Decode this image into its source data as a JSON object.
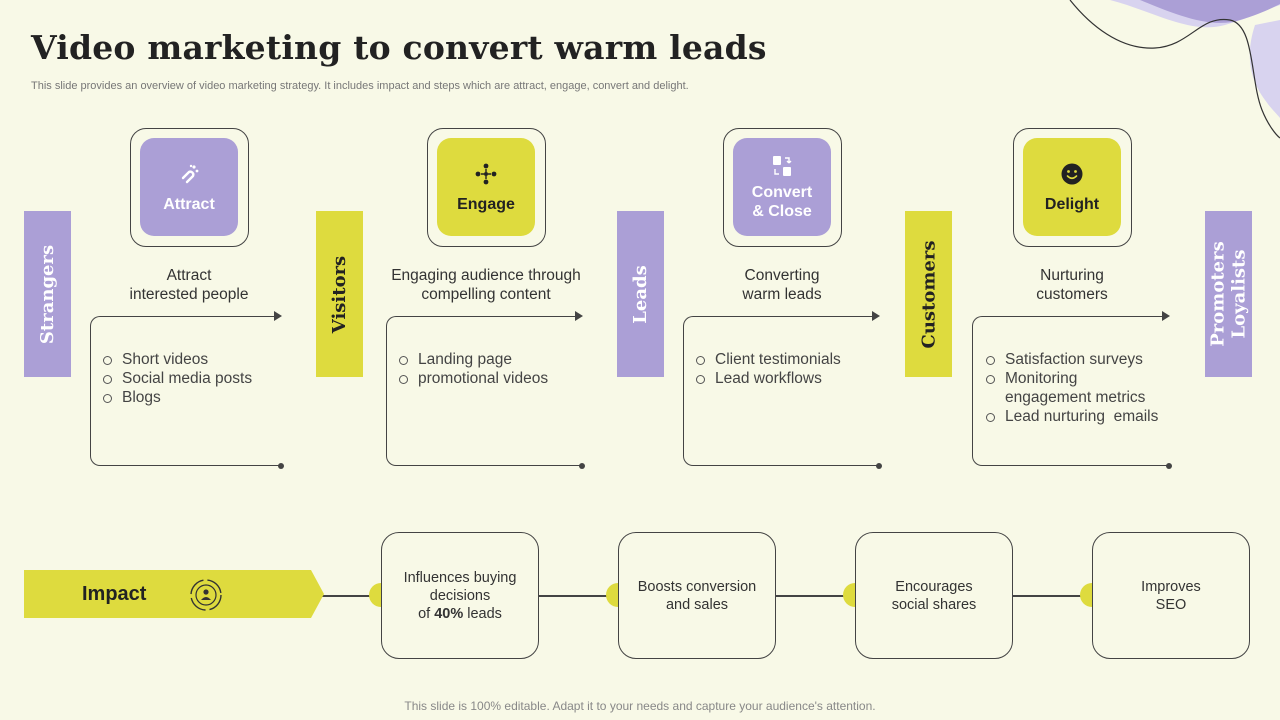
{
  "title": "Video marketing to convert warm leads",
  "subtitle": "This slide provides an overview of video marketing strategy. It includes impact and steps which are attract, engage, convert and delight.",
  "stages": [
    {
      "label": "Strangers"
    },
    {
      "label": "Visitors"
    },
    {
      "label": "Leads"
    },
    {
      "label": "Customers"
    },
    {
      "label": "Promoters Loyalists"
    }
  ],
  "steps": [
    {
      "label": "Attract",
      "icon": "magnet-icon",
      "desc_line1": "Attract",
      "desc_line2": "interested people",
      "bullets": [
        "Short videos",
        "Social media posts",
        "Blogs"
      ]
    },
    {
      "label": "Engage",
      "icon": "people-network-icon",
      "desc_line1": "Engaging audience through",
      "desc_line2": "compelling content",
      "bullets": [
        "Landing page",
        "promotional videos"
      ]
    },
    {
      "label_line1": "Convert",
      "label_line2": "& Close",
      "icon": "conversion-icon",
      "desc_line1": "Converting",
      "desc_line2": "warm leads",
      "bullets": [
        "Client testimonials",
        "Lead workflows"
      ]
    },
    {
      "label": "Delight",
      "icon": "smiley-icon",
      "desc_line1": "Nurturing",
      "desc_line2": "customers",
      "bullets": [
        "Satisfaction surveys",
        "Monitoring",
        "engagement metrics",
        "Lead nurturing  emails"
      ]
    }
  ],
  "impact": {
    "label": "Impact",
    "icon": "target-people-icon",
    "items": [
      {
        "line1": "Influences buying",
        "line2": "decisions",
        "line3_prefix": "of ",
        "line3_bold": "40%",
        "line3_suffix": " leads"
      },
      {
        "line1": "Boosts conversion",
        "line2": "and sales"
      },
      {
        "line1": "Encourages",
        "line2": "social shares"
      },
      {
        "line1": "Improves",
        "line2": "SEO"
      }
    ]
  },
  "footer": "This slide is 100% editable. Adapt it to your needs and capture your audience's attention.",
  "colors": {
    "background": "#f8f9e7",
    "purple": "#ab9fd6",
    "yellow": "#dedb3e",
    "line": "#444444"
  }
}
